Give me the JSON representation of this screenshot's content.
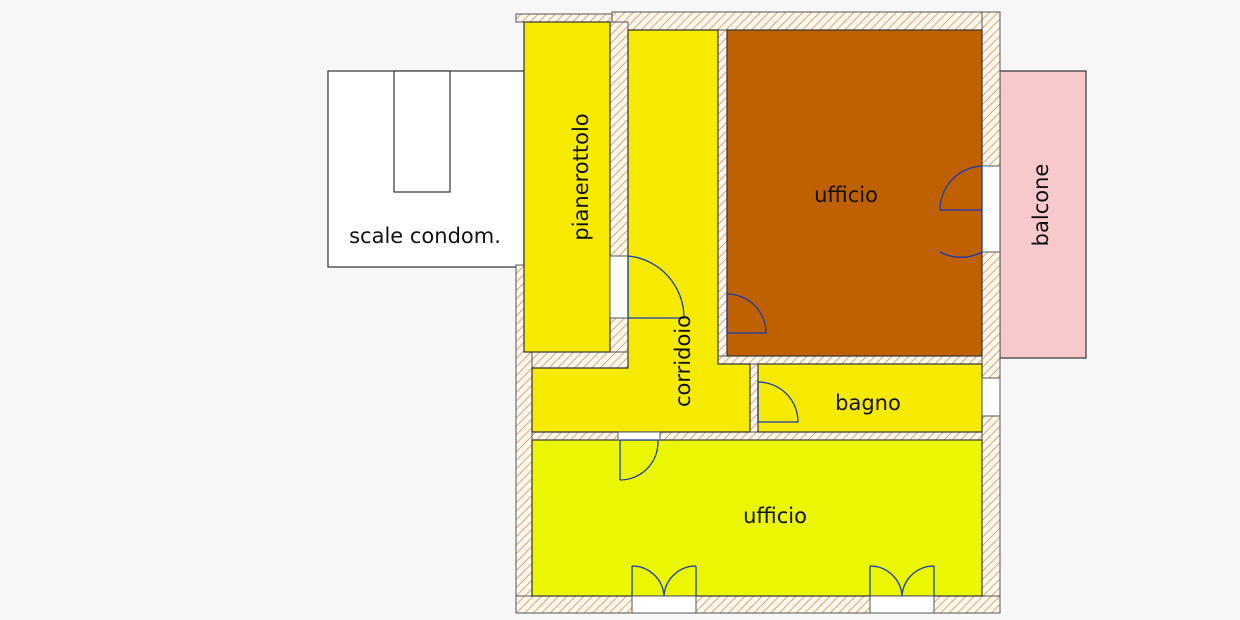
{
  "rooms": {
    "scale": {
      "label": "scale condom.",
      "color": "#ffffff"
    },
    "pianerottolo": {
      "label": "pianerottolo",
      "color": "#f5ea00"
    },
    "corridoio": {
      "label": "corridoio",
      "color": "#f5ea00"
    },
    "ufficio_top": {
      "label": "ufficio",
      "color": "#bf6100"
    },
    "balcone": {
      "label": "balcone",
      "color": "#f7c9cc"
    },
    "bagno": {
      "label": "bagno",
      "color": "#f5ea00"
    },
    "ufficio_bottom": {
      "label": "ufficio",
      "color": "#eaf700"
    }
  },
  "colors": {
    "wall_hatch": "#d8a878",
    "wall_fill": "#fdf7ee",
    "door_swing": "#1a3ab0",
    "outline": "#333333"
  }
}
